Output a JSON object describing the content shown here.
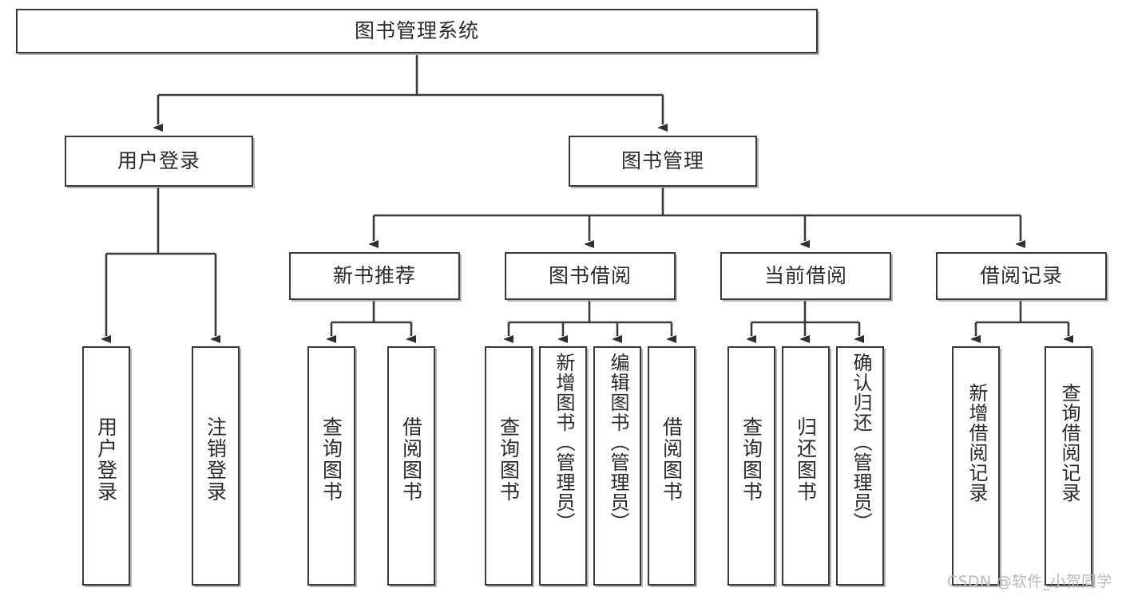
{
  "diagram": {
    "title": "图书管理系统",
    "type": "tree",
    "root": {
      "id": "root",
      "label": "图书管理系统",
      "orientation": "horizontal"
    },
    "level1": [
      {
        "id": "user-login",
        "label": "用户登录",
        "orientation": "horizontal"
      },
      {
        "id": "book-manage",
        "label": "图书管理",
        "orientation": "horizontal"
      }
    ],
    "level2": [
      {
        "id": "new-book-rec",
        "label": "新书推荐",
        "parent": "book-manage",
        "orientation": "horizontal"
      },
      {
        "id": "book-borrow",
        "label": "图书借阅",
        "parent": "book-manage",
        "orientation": "horizontal"
      },
      {
        "id": "current-borrow",
        "label": "当前借阅",
        "parent": "book-manage",
        "orientation": "horizontal"
      },
      {
        "id": "borrow-record",
        "label": "借阅记录",
        "parent": "book-manage",
        "orientation": "horizontal"
      }
    ],
    "leaves": [
      {
        "id": "leaf-user-login",
        "label": "用户登录",
        "parent": "user-login",
        "orientation": "vertical"
      },
      {
        "id": "leaf-user-logout",
        "label": "注销登录",
        "parent": "user-login",
        "orientation": "vertical"
      },
      {
        "id": "leaf-query-book-1",
        "label": "查询图书",
        "parent": "new-book-rec",
        "orientation": "vertical"
      },
      {
        "id": "leaf-borrow-book-1",
        "label": "借阅图书",
        "parent": "new-book-rec",
        "orientation": "vertical"
      },
      {
        "id": "leaf-query-book-2",
        "label": "查询图书",
        "parent": "book-borrow",
        "orientation": "vertical"
      },
      {
        "id": "leaf-add-book",
        "label": "新增图书（管理员）",
        "parent": "book-borrow",
        "orientation": "vertical"
      },
      {
        "id": "leaf-edit-book",
        "label": "编辑图书（管理员）",
        "parent": "book-borrow",
        "orientation": "vertical"
      },
      {
        "id": "leaf-borrow-book-2",
        "label": "借阅图书",
        "parent": "book-borrow",
        "orientation": "vertical"
      },
      {
        "id": "leaf-query-book-3",
        "label": "查询图书",
        "parent": "current-borrow",
        "orientation": "vertical"
      },
      {
        "id": "leaf-return-book",
        "label": "归还图书",
        "parent": "current-borrow",
        "orientation": "vertical"
      },
      {
        "id": "leaf-confirm-return",
        "label": "确认归还（管理员）",
        "parent": "current-borrow",
        "orientation": "vertical"
      },
      {
        "id": "leaf-add-record",
        "label": "新增借阅记录",
        "parent": "borrow-record",
        "orientation": "vertical"
      },
      {
        "id": "leaf-query-record",
        "label": "查询借阅记录",
        "parent": "borrow-record",
        "orientation": "vertical"
      }
    ],
    "colors": {
      "background": "#ffffff",
      "box_border": "#3a3a3a",
      "box_fill": "#ffffff",
      "text": "#2b2b2b",
      "connector": "#3a3a3a",
      "watermark": "#b9b9b9"
    }
  },
  "watermark": {
    "text": "CSDN @软件_小贺同学"
  }
}
